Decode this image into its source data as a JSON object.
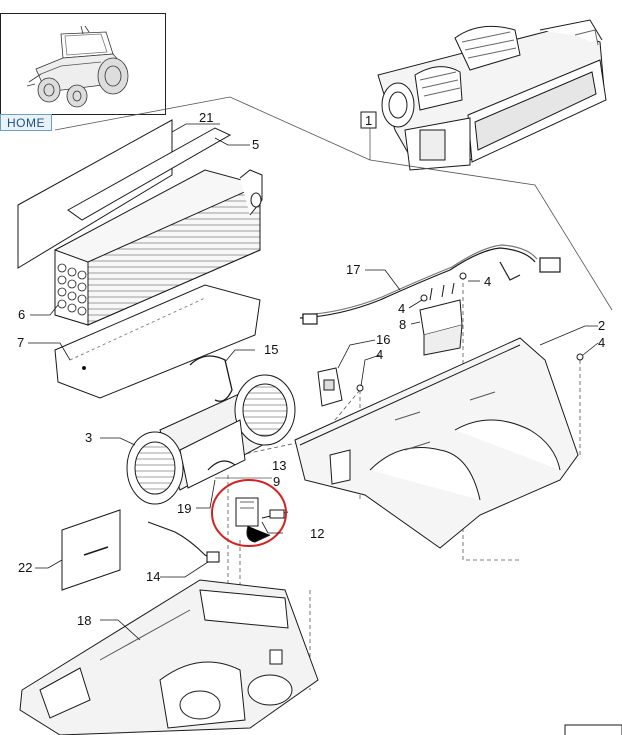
{
  "nav": {
    "home_label": "HOME"
  },
  "callouts": {
    "c1": "1",
    "c2": "2",
    "c3": "3",
    "c4a": "4",
    "c4b": "4",
    "c4c": "4",
    "c4d": "4",
    "c5": "5",
    "c6": "6",
    "c7": "7",
    "c8": "8",
    "c9": "9",
    "c12": "12",
    "c13": "13",
    "c14": "14",
    "c15": "15",
    "c16": "16",
    "c17": "17",
    "c18": "18",
    "c19": "19",
    "c21": "21",
    "c22": "22"
  },
  "colors": {
    "line": "#1a1a1a",
    "dash": "#333333",
    "highlight": "#d42020",
    "home_bg": "#e9f3f7"
  }
}
